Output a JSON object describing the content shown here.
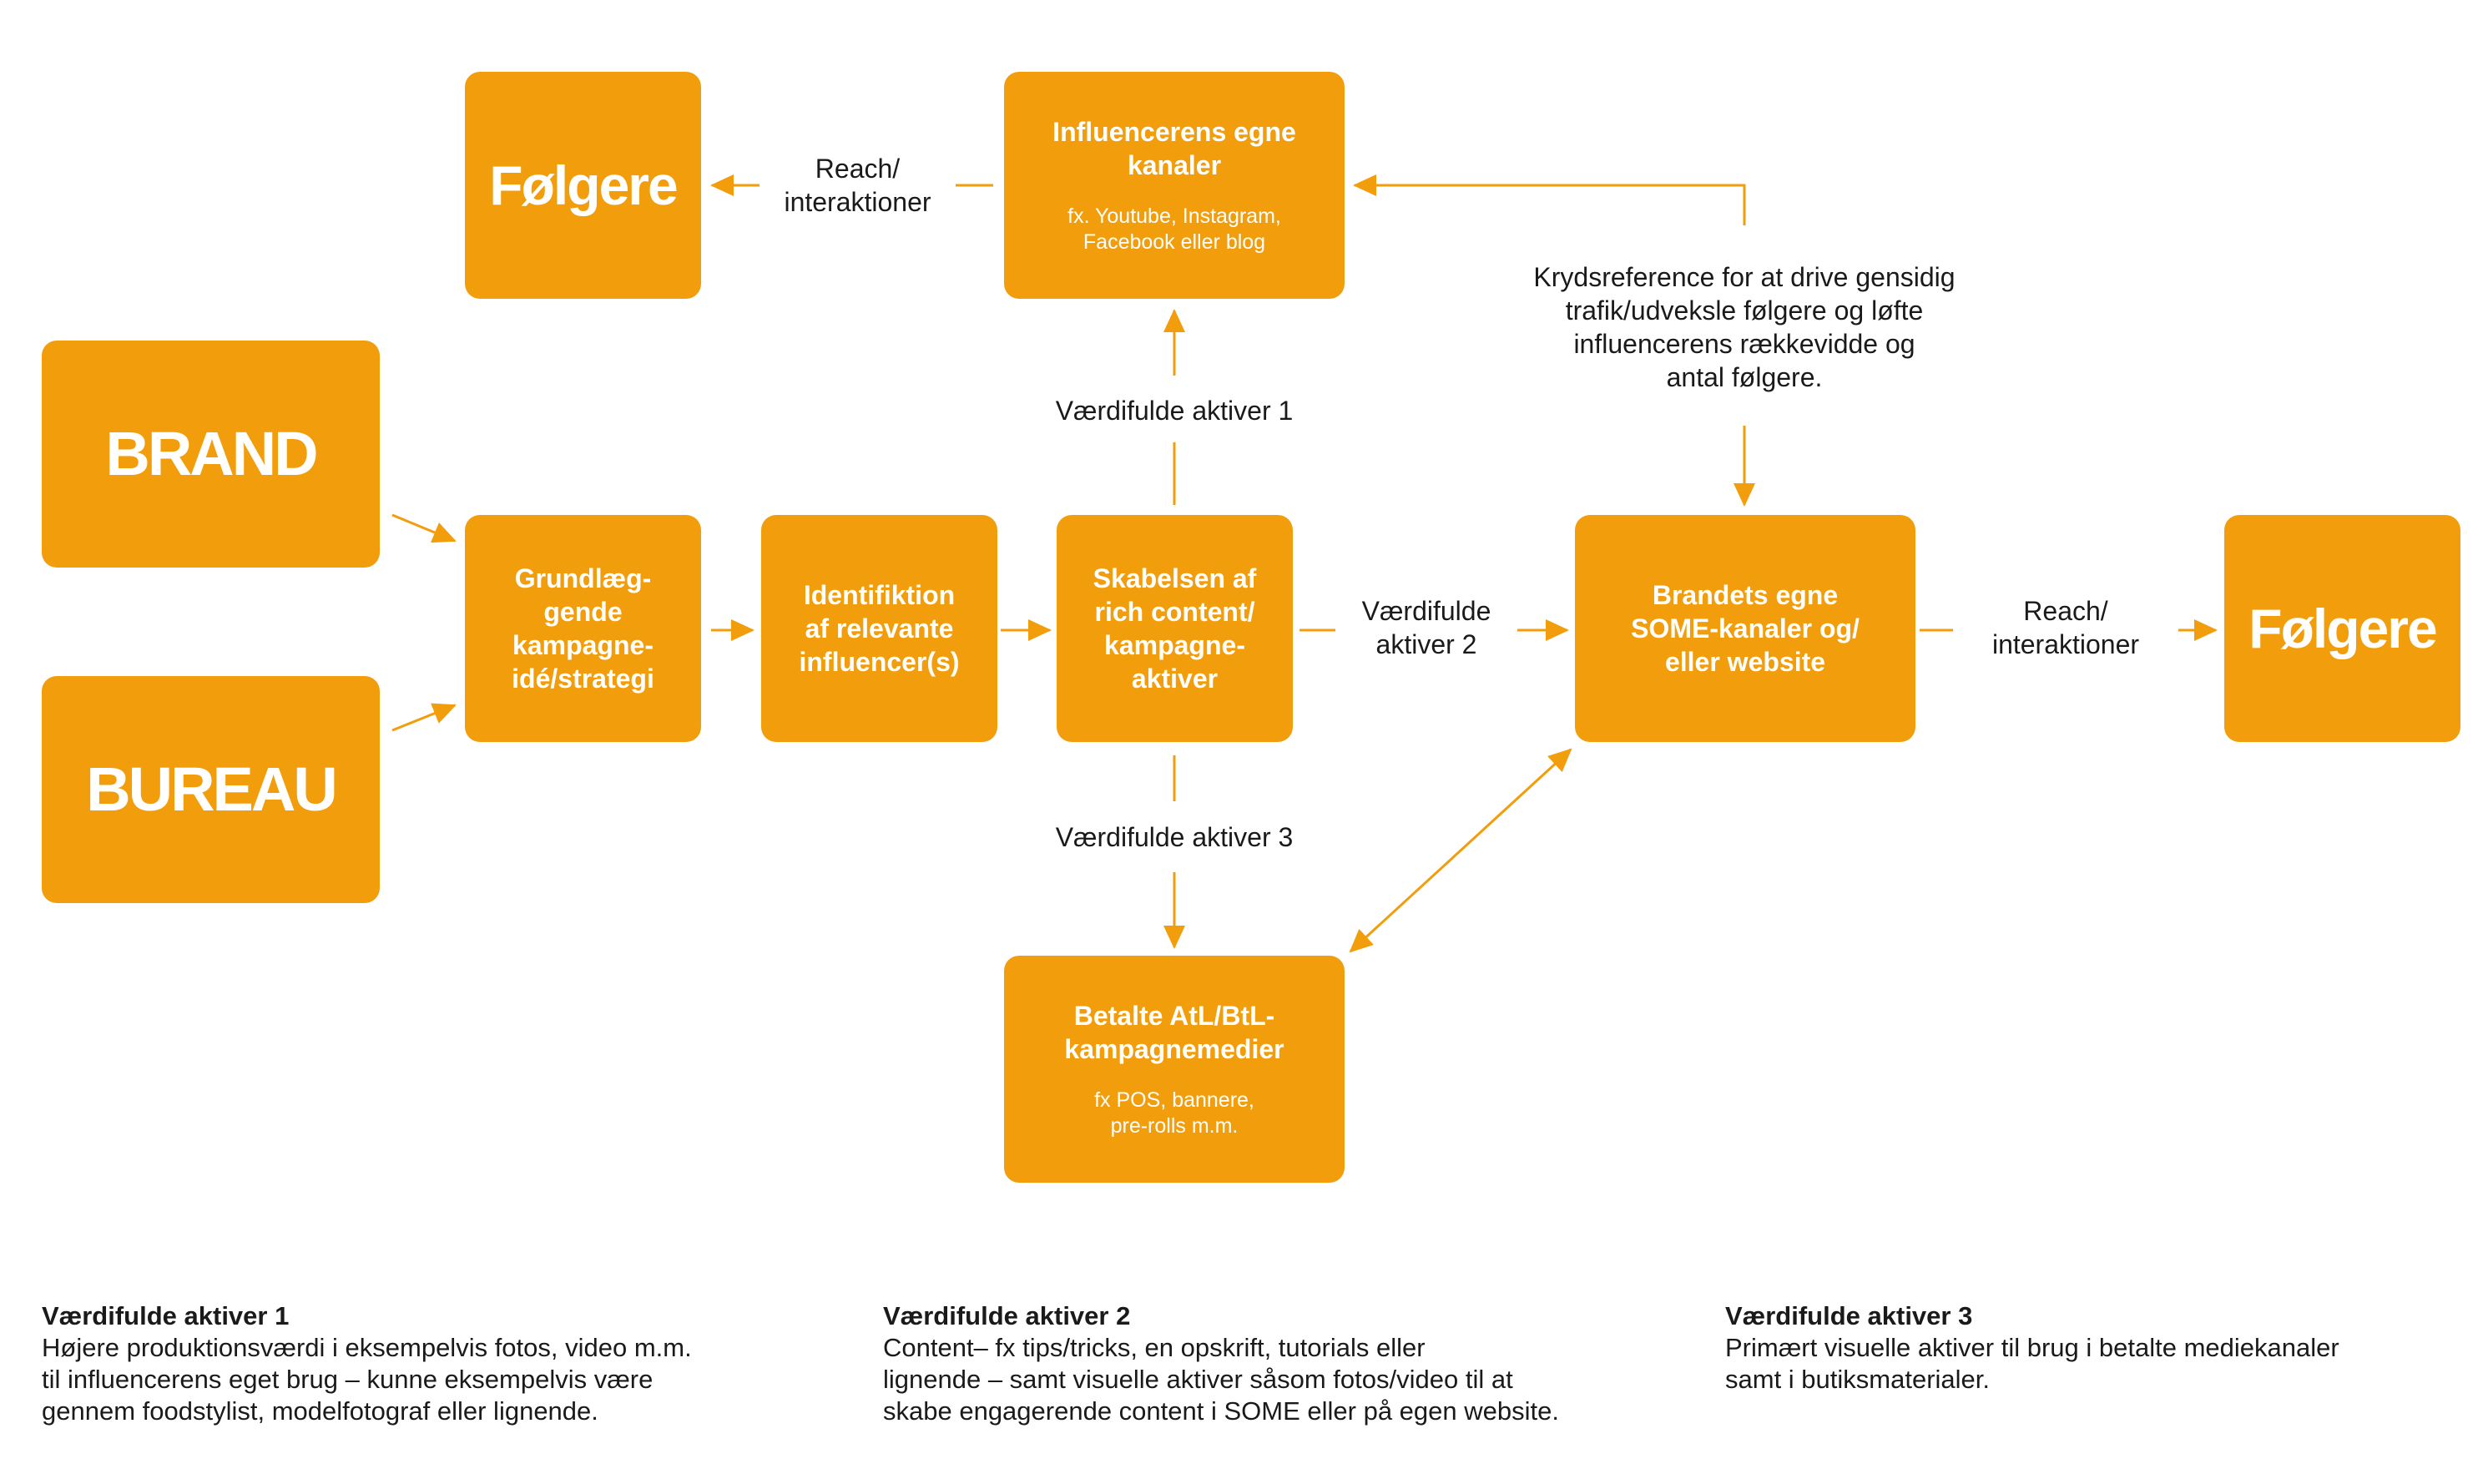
{
  "colors": {
    "box": "#f29d0b",
    "box_text": "#ffffff",
    "arrow": "#f29d0b",
    "text": "#1a1a1a"
  },
  "boxes": {
    "brand": {
      "title": "BRAND"
    },
    "bureau": {
      "title": "BUREAU"
    },
    "followers_top": {
      "title": "Følgere"
    },
    "followers_right": {
      "title": "Følgere"
    },
    "influencer_channels": {
      "title": "Influencerens egne\nkanaler",
      "subtitle": "fx. Youtube, Instagram,\nFacebook eller blog"
    },
    "strategy": {
      "title": "Grundlæg-\ngende\nkampagne-\nidé/strategi"
    },
    "identification": {
      "title": "Identifiktion\naf relevante\ninfluencer(s)"
    },
    "creation": {
      "title": "Skabelsen af\nrich content/\nkampagne-\naktiver"
    },
    "brand_channels": {
      "title": "Brandets egne\nSOME-kanaler og/\neller website"
    },
    "paid_media": {
      "title": "Betalte AtL/BtL-\nkampagnemedier",
      "subtitle": "fx POS, bannere,\npre-rolls m.m."
    }
  },
  "labels": {
    "reach_top": "Reach/\ninteraktioner",
    "reach_right": "Reach/\ninteraktioner",
    "assets_1": "Værdifulde aktiver 1",
    "assets_2": "Værdifulde\naktiver 2",
    "assets_3": "Værdifulde aktiver 3",
    "cross_reference": "Krydsreference for at drive gensidig\ntrafik/udveksle følgere og løfte\ninfluencerens rækkevidde og\nantal følgere."
  },
  "footnotes": [
    {
      "heading": "Værdifulde aktiver 1",
      "text": "Højere produktionsværdi i eksempelvis fotos, video m.m.\ntil influencerens eget brug – kunne eksempelvis være\ngennem foodstylist, modelfotograf eller lignende."
    },
    {
      "heading": "Værdifulde aktiver 2",
      "text": "Content– fx tips/tricks, en opskrift, tutorials eller\nlignende – samt visuelle aktiver såsom fotos/video til at\nskabe engagerende content i SOME eller på egen website."
    },
    {
      "heading": "Værdifulde aktiver 3",
      "text": "Primært visuelle aktiver til brug i betalte mediekanaler\nsamt i butiksmaterialer."
    }
  ]
}
